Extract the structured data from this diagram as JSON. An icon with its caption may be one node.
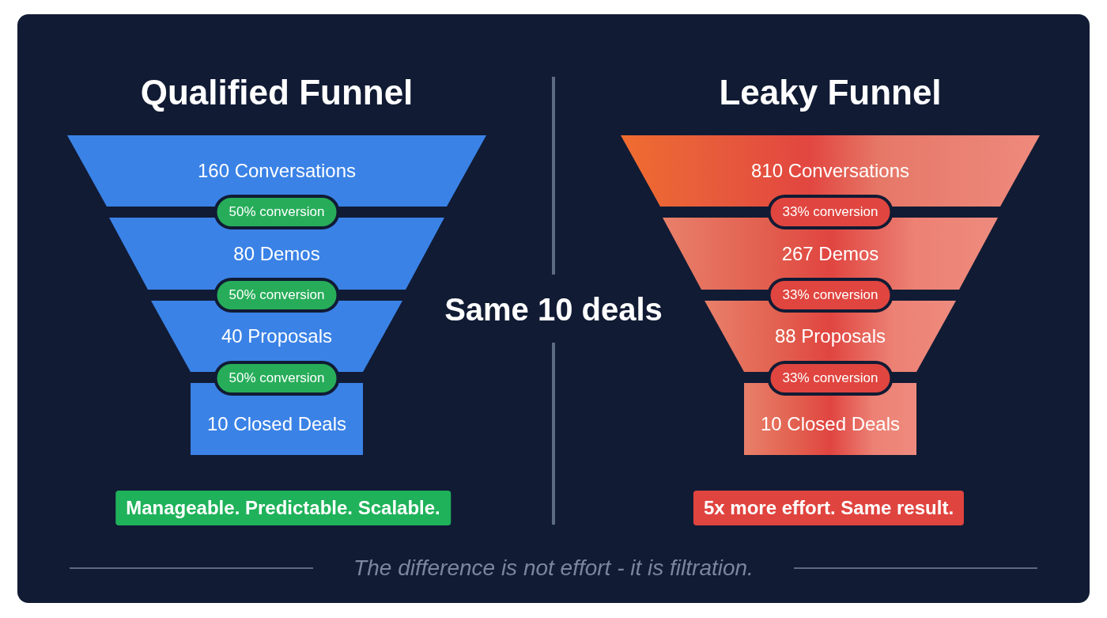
{
  "diagram": {
    "caption": "The difference is not effort - it is filtration.",
    "nodes": [
      {
        "text": [
          "160 Conversations"
        ]
      },
      {
        "text": [
          "50% conversion"
        ]
      },
      {
        "text": [
          "80 Demos"
        ]
      },
      {
        "text": [
          "50% conversion"
        ]
      },
      {
        "text": [
          "40 Proposals"
        ]
      },
      {
        "text": [
          "50% conversion"
        ]
      },
      {
        "text": [
          "10 Closed Deals"
        ]
      },
      {
        "text": [
          "Manageable. Predictable. Scalable."
        ]
      },
      {
        "text": [
          "810 Conversations"
        ]
      },
      {
        "text": [
          "33% conversion"
        ]
      },
      {
        "text": [
          "267 Demos"
        ]
      },
      {
        "text": [
          "33% conversion"
        ]
      },
      {
        "text": [
          "88 Proposals"
        ]
      },
      {
        "text": [
          "33% conversion"
        ]
      },
      {
        "text": [
          "10 Closed Deals"
        ]
      },
      {
        "text": [
          "5x more effort. Same result."
        ]
      }
    ],
    "labels": [
      "Qualified Funnel",
      "Leaky Funnel",
      "Same 10 deals"
    ]
  }
}
